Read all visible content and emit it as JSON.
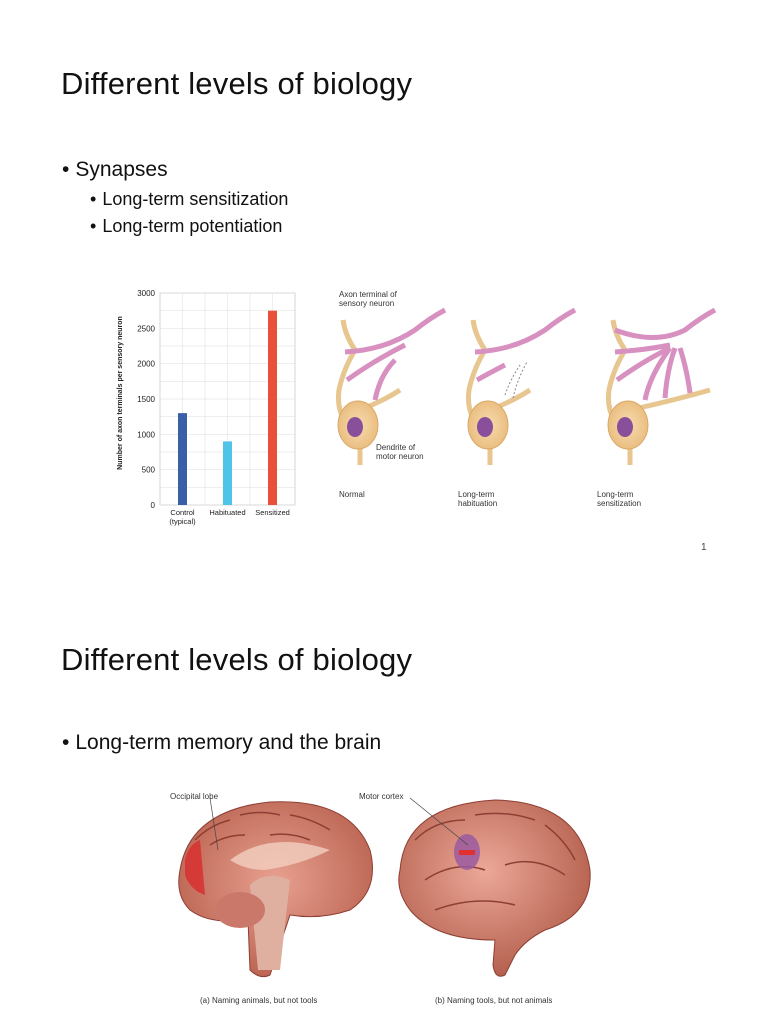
{
  "slide1": {
    "title": "Different levels of biology",
    "bullet": "Synapses",
    "sub_bullets": [
      "Long-term sensitization",
      "Long-term potentiation"
    ],
    "page_number": "1",
    "neuron_labels": {
      "axon_terminal": "Axon terminal of\nsensory neuron",
      "dendrite": "Dendrite of\nmotor neuron",
      "normal": "Normal",
      "habituation": "Long-term\nhabituation",
      "sensitization": "Long-term\nsensitization"
    }
  },
  "chart_data": {
    "type": "bar",
    "categories": [
      "Control\n(typical)",
      "Habituated",
      "Sensitized"
    ],
    "values": [
      1300,
      900,
      2750
    ],
    "colors": [
      "#3b5ea8",
      "#4fc3e8",
      "#e8503a"
    ],
    "xlabel": "",
    "ylabel": "Number of axon terminals per sensory neuron",
    "ylim": [
      0,
      3000
    ],
    "yticks": [
      0,
      500,
      1000,
      1500,
      2000,
      2500,
      3000
    ],
    "grid": true
  },
  "slide2": {
    "title": "Different levels of biology",
    "bullet": "Long-term memory and the brain",
    "labels": {
      "occipital": "Occipital lobe",
      "motor": "Motor cortex"
    },
    "captions": {
      "a": "(a) Naming animals, but not tools",
      "b": "(b) Naming tools, but not animals"
    }
  },
  "bullet_glyph": "•"
}
